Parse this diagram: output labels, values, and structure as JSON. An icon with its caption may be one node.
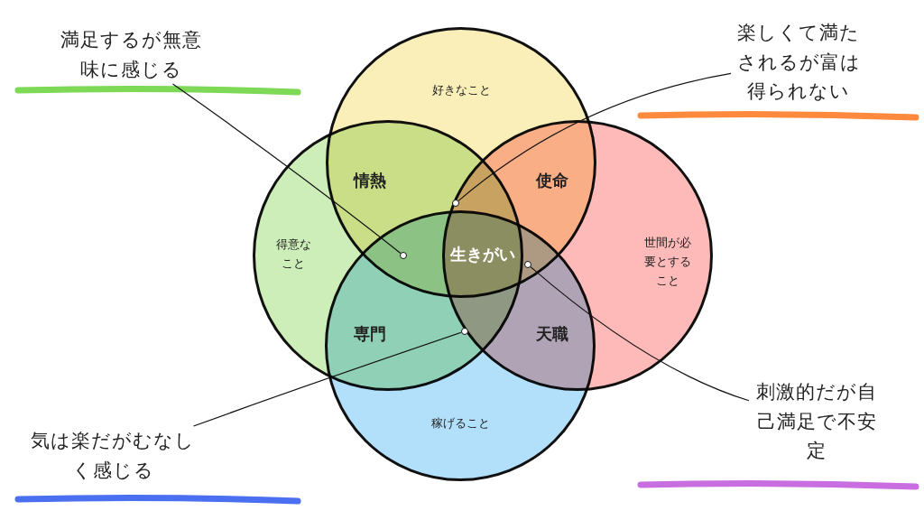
{
  "diagram": {
    "nodes": [
      {
        "text": [
          "満足するが無意味に感じる"
        ]
      },
      {
        "text": [
          "楽しくて満たされるが富は得られない"
        ]
      },
      {
        "text": [
          "好きなこと"
        ]
      },
      {
        "text": [
          "得意なこと"
        ]
      },
      {
        "text": [
          "世間が必要とすること"
        ]
      },
      {
        "text": [
          "稼げること"
        ]
      },
      {
        "text": [
          "刺激的だが自己満足で不安定"
        ]
      },
      {
        "text": [
          "気は楽だがむなしく感じる"
        ]
      },
      {
        "text": [],
        "shape": "circle"
      },
      {
        "text": [],
        "shape": "circle"
      },
      {
        "text": [],
        "shape": "circle"
      },
      {
        "text": [],
        "shape": "circle"
      }
    ],
    "edges": [
      {
        "from": 0,
        "to": 8,
        "arrow": "none"
      },
      {
        "from": 1,
        "to": 9,
        "arrow": "none"
      },
      {
        "from": 6,
        "to": 10,
        "arrow": "none"
      },
      {
        "from": 7,
        "to": 11,
        "arrow": "none"
      }
    ],
    "labels": [
      "情熱",
      "使命",
      "生きがい",
      "専門",
      "天職"
    ]
  }
}
